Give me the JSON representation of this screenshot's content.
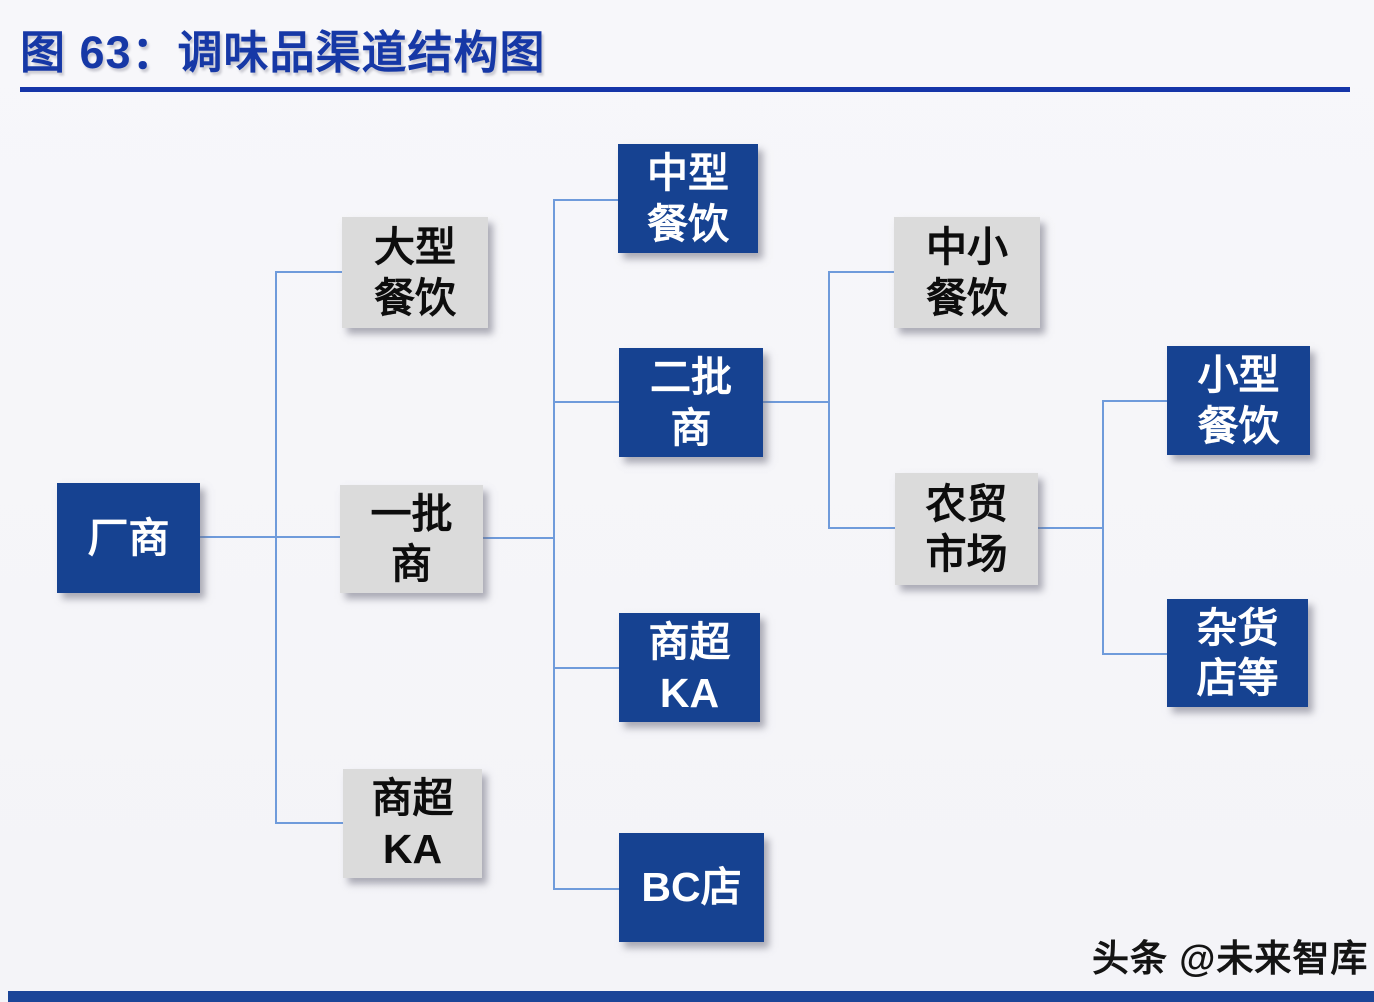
{
  "header": {
    "title": "图 63：调味品渠道结构图"
  },
  "footer": {
    "watermark": "头条 @未来智库"
  },
  "colors": {
    "primary_node_blue": "#164291",
    "secondary_node_gray": "#dbdbdb",
    "connector_blue": "#6f9bdb",
    "title_blue": "#1638a6",
    "footer_bar_blue": "#1b4598"
  },
  "diagram": {
    "nodes": {
      "factory": {
        "label": "厂商",
        "lines": [
          "厂商"
        ],
        "type": "primary"
      },
      "large_catering": {
        "label": "大型餐饮",
        "lines": [
          "大型",
          "餐饮"
        ],
        "type": "secondary"
      },
      "tier1_distributor": {
        "label": "一批商",
        "lines": [
          "一批",
          "商"
        ],
        "type": "secondary"
      },
      "supermarket_ka_gray": {
        "label": "商超KA",
        "lines": [
          "商超",
          "KA"
        ],
        "type": "secondary"
      },
      "medium_catering": {
        "label": "中型餐饮",
        "lines": [
          "中型",
          "餐饮"
        ],
        "type": "primary"
      },
      "tier2_distributor": {
        "label": "二批商",
        "lines": [
          "二批",
          "商"
        ],
        "type": "primary"
      },
      "supermarket_ka_blue": {
        "label": "商超KA",
        "lines": [
          "商超",
          "KA"
        ],
        "type": "primary"
      },
      "bc_store": {
        "label": "BC店",
        "lines": [
          "BC店"
        ],
        "type": "primary"
      },
      "small_medium_catering": {
        "label": "中小餐饮",
        "lines": [
          "中小",
          "餐饮"
        ],
        "type": "secondary"
      },
      "farmers_market": {
        "label": "农贸市场",
        "lines": [
          "农贸",
          "市场"
        ],
        "type": "secondary"
      },
      "small_catering": {
        "label": "小型餐饮",
        "lines": [
          "小型",
          "餐饮"
        ],
        "type": "primary"
      },
      "grocery_store": {
        "label": "杂货店等",
        "lines": [
          "杂货",
          "店等"
        ],
        "type": "primary"
      }
    },
    "edges": [
      {
        "from": "厂商",
        "to": "大型餐饮"
      },
      {
        "from": "厂商",
        "to": "一批商"
      },
      {
        "from": "厂商",
        "to": "商超KA"
      },
      {
        "from": "一批商",
        "to": "中型餐饮"
      },
      {
        "from": "一批商",
        "to": "二批商"
      },
      {
        "from": "一批商",
        "to": "商超KA"
      },
      {
        "from": "一批商",
        "to": "BC店"
      },
      {
        "from": "二批商",
        "to": "中小餐饮"
      },
      {
        "from": "二批商",
        "to": "农贸市场"
      },
      {
        "from": "农贸市场",
        "to": "小型餐饮"
      },
      {
        "from": "农贸市场",
        "to": "杂货店等"
      }
    ]
  }
}
